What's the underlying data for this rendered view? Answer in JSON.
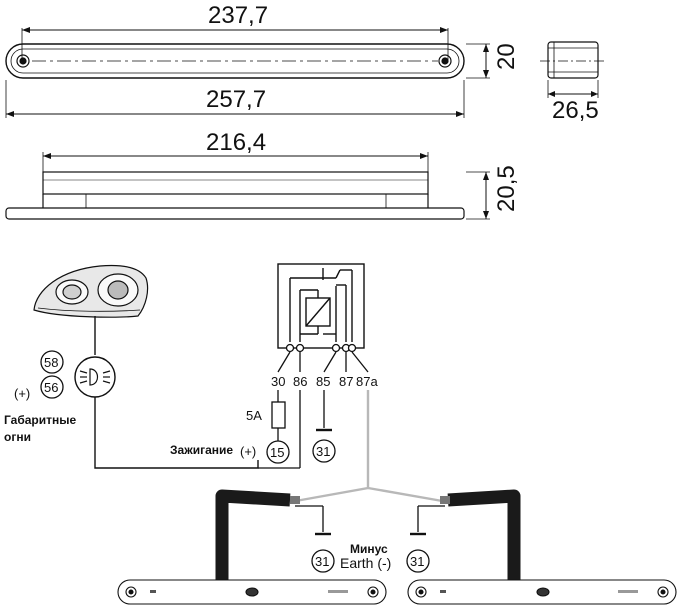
{
  "dimensions": {
    "top_width": "237,7",
    "top_height": "20",
    "overall_length": "257,7",
    "side_width": "26,5",
    "lens_width": "216,4",
    "side_height": "20,5"
  },
  "wiring": {
    "terminals": {
      "t30": "30",
      "t86": "86",
      "t85": "85",
      "t87": "87",
      "t87a": "87a"
    },
    "fuse_rating": "5A",
    "circle_58": "58",
    "circle_56": "56",
    "plus_mark": "(+)",
    "parking_lights_line1": "Габаритные",
    "parking_lights_line2": "огни",
    "ignition_label": "Зажигание",
    "ignition_plus": "(+)",
    "circle_15": "15",
    "circle_31_relay": "31",
    "circle_31_left": "31",
    "circle_31_right": "31",
    "minus_label": "Минус",
    "earth_label": "Earth (-)"
  },
  "colors": {
    "line": "#111111",
    "grey_wire": "#b8b8b8",
    "cable": "#1a1a1a"
  }
}
